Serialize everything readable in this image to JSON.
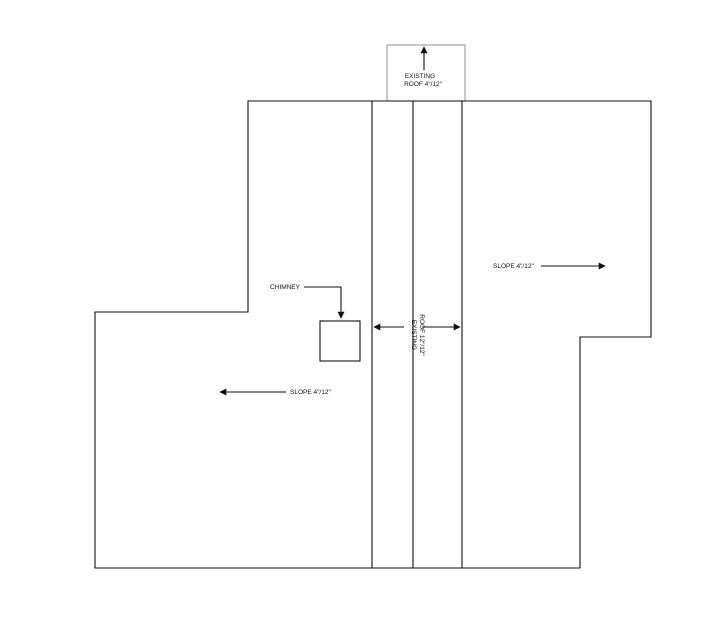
{
  "plan": {
    "existing_roof_top": {
      "line1": "EXISTING",
      "line2": "ROOF 4\"/12\""
    },
    "existing_roof_center": {
      "line1": "EXISTING",
      "line2": "ROOF 12\"/12\""
    },
    "chimney_label": "CHIMNEY",
    "slope_left": "SLOPE 4\"/12\"",
    "slope_right": "SLOPE 4\"/12\""
  },
  "colors": {
    "line": "#111111",
    "existing_outline": "#9a9a9a",
    "background": "#ffffff"
  }
}
